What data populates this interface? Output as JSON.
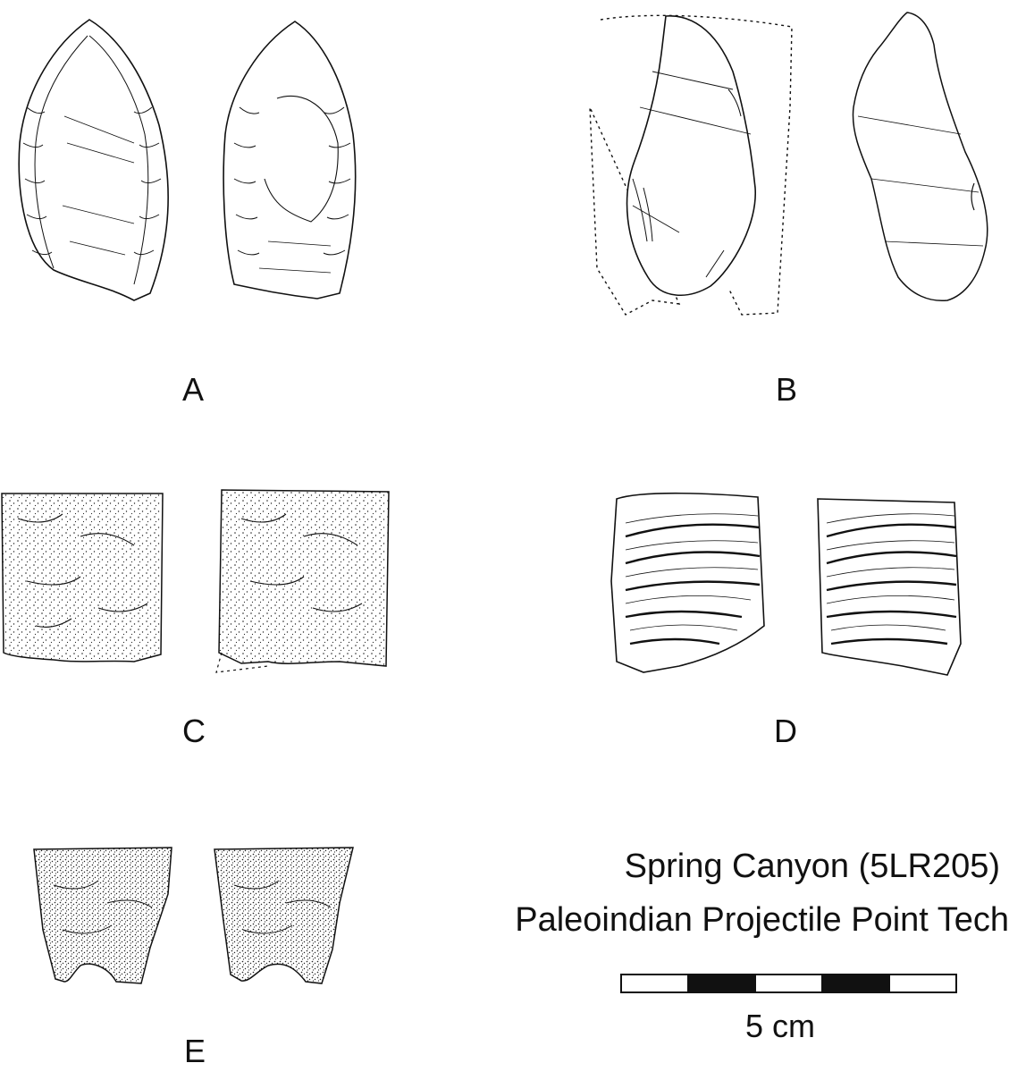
{
  "labels": {
    "a": "A",
    "b": "B",
    "c": "C",
    "d": "D",
    "e": "E"
  },
  "caption": {
    "line1": "Spring Canyon (5LR205)",
    "line2": "Paleoindian Projectile Point Tech"
  },
  "scale_bar": {
    "label": "5 cm",
    "segments": 5
  },
  "colors": {
    "ink": "#111111",
    "paper": "#ffffff"
  }
}
